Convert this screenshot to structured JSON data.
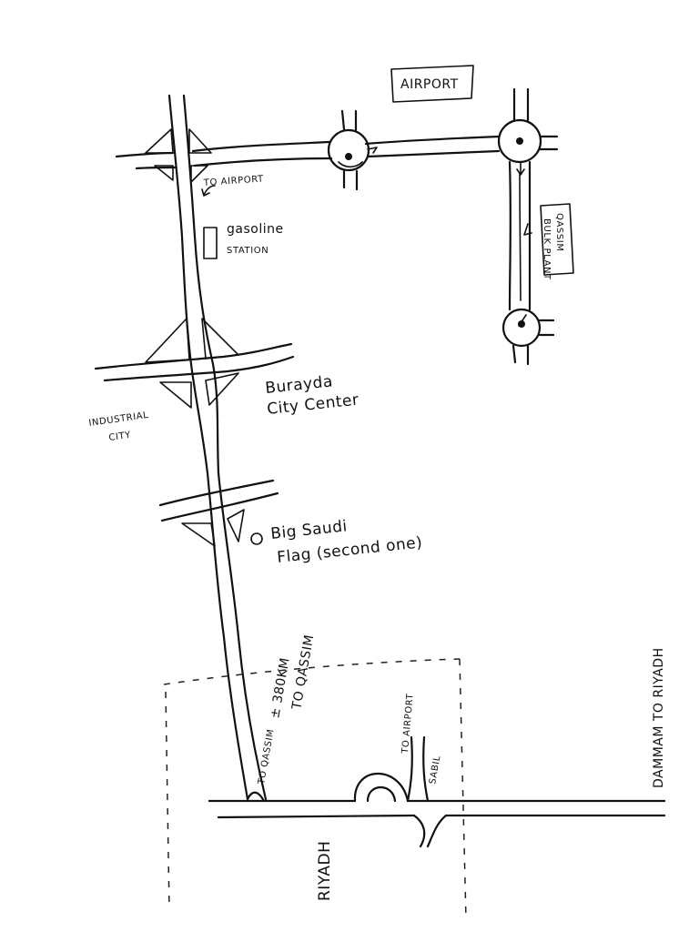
{
  "labels": {
    "airport_box": "AIRPORT",
    "to_airport_top": "TO AIRPORT",
    "gasoline_line1": "gasoline",
    "gasoline_line2": "STATION",
    "qassim_bulk_line1": "QASSIM",
    "qassim_bulk_line2": "BULK PLANT",
    "burayda_line1": "Burayda",
    "burayda_line2": "City Center",
    "industrial_line1": "INDUSTRIAL",
    "industrial_line2": "CITY",
    "flag_line1": "Big Saudi",
    "flag_line2": "Flag (second one)",
    "distance_line1": "± 380KM",
    "distance_line2": "TO QASSIM",
    "to_qassim": "TO QASSIM",
    "to_airport_bottom": "TO AIRPORT",
    "sabil": "SABIL",
    "dammam_riyadh": "DAMMAM TO RIYADH",
    "riyadh": "RIYADH"
  }
}
